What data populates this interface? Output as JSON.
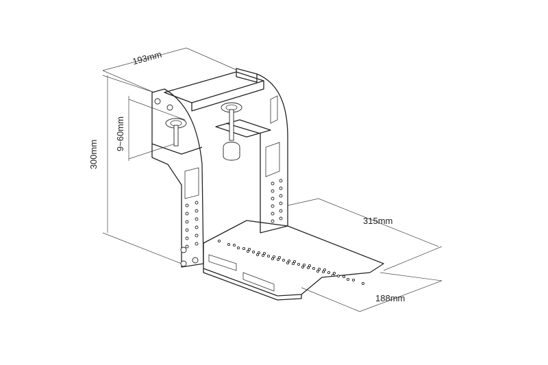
{
  "dimensions": {
    "depth_top": "193mm",
    "height": "300mm",
    "clamp_range": "9~60mm",
    "tray_length": "315mm",
    "tray_width": "188mm"
  }
}
